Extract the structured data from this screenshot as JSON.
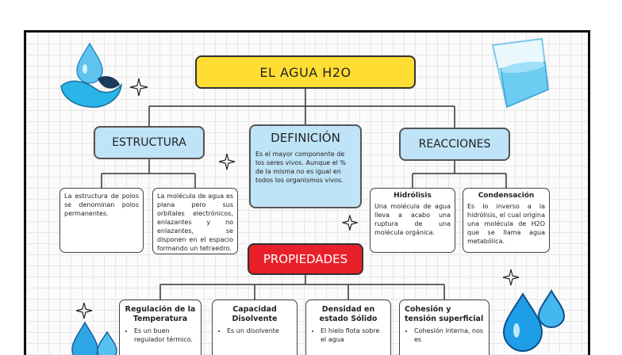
{
  "title": "EL AGUA H2O",
  "estructura": {
    "label": "ESTRUCTURA",
    "polos": "La estructura de polos se denominan polos permanentes.",
    "plana": "La molécula de agua es plana pero sus orbitales electrónicos, enlazantes y no enlazantes, se disponen en el espacio formando un tetraedro."
  },
  "definicion": {
    "label": "DEFINICIÓN",
    "text": "Es el mayor componente de los seres vivos. Aunque el % de la misma no es igual en todos los organismos vivos."
  },
  "reacciones": {
    "label": "REACCIONES",
    "hidrolisis_title": "Hidrólisis",
    "hidrolisis_text": "Una molécula de agua lleva a acabo una ruptura de una molécula orgánica.",
    "condensacion_title": "Condensación",
    "condensacion_text": "Es lo inverso a la hidrólisis, el cual origina una molécula de H2O que se llama agua metabólica."
  },
  "propiedades": {
    "label": "PROPIEDADES",
    "items": [
      {
        "title": "Regulación de la Temperatura",
        "bullet": "Es un buen regulador térmico."
      },
      {
        "title": "Capacidad Disolvente",
        "bullet": "Es un disolvente"
      },
      {
        "title": "Densidad en estado Sólido",
        "bullet": "El hielo flota sobre el agua"
      },
      {
        "title": "Cohesión y tensión superficial",
        "bullet": "Cohesión interna, nos es"
      }
    ]
  }
}
